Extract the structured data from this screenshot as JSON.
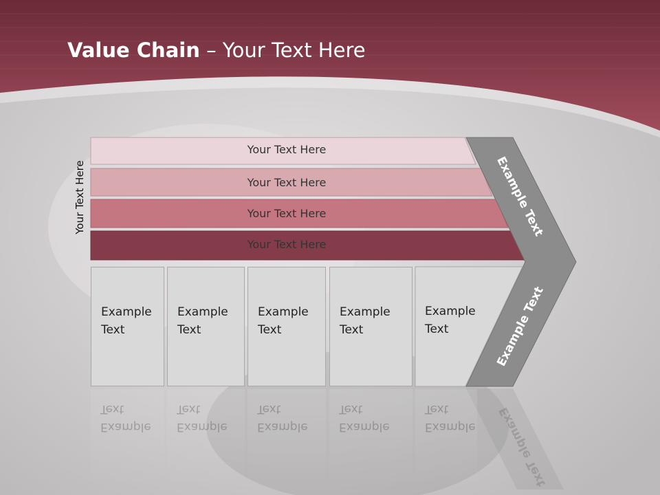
{
  "slide": {
    "title_bold": "Value Chain",
    "title_rest": " – Your Text Here",
    "side_label": "Your Text Here",
    "bands": [
      {
        "label": "Your Text Here",
        "color": "#ead6da"
      },
      {
        "label": "Your Text Here",
        "color": "#d9a9b0"
      },
      {
        "label": "Your Text Here",
        "color": "#c47780"
      },
      {
        "label": "Your Text Here",
        "color": "#843c4a"
      }
    ],
    "arrow_labels": [
      "Example Text",
      "Example Text"
    ],
    "cells": [
      {
        "line1": "Example",
        "line2": "Text"
      },
      {
        "line1": "Example",
        "line2": "Text"
      },
      {
        "line1": "Example",
        "line2": "Text"
      },
      {
        "line1": "Example",
        "line2": "Text"
      },
      {
        "line1": "Example",
        "line2": "Text"
      }
    ],
    "colors": {
      "header": "#8e3e4d",
      "arrow": "#8c8c8c",
      "cell": "#d9d9d9"
    }
  }
}
